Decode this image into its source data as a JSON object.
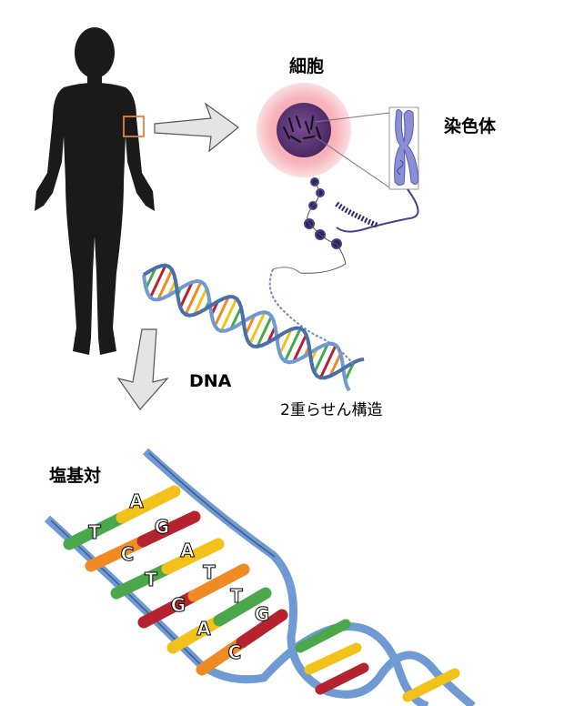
{
  "labels": {
    "cell": "細胞",
    "chromosome": "染色体",
    "dna": "DNA",
    "double_helix": "2重らせん構造",
    "base_pair": "塩基対"
  },
  "bases": {
    "top_strand": [
      "A",
      "G",
      "A",
      "T",
      "T",
      "G"
    ],
    "bottom_strand": [
      "T",
      "C",
      "T",
      "G",
      "A",
      "C"
    ]
  },
  "colors": {
    "silhouette": "#1a1a1a",
    "highlight_box": "#e8803a",
    "cell_cytoplasm": "#f6b8bd",
    "nucleus": "#5b3477",
    "chromosome": "#8a8fd6",
    "backbone": "#6f9ad4",
    "adenine": "#f2c21b",
    "thymine": "#4aa84a",
    "guanine": "#b5232e",
    "cytosine": "#f08a24",
    "arrow_fill": "#e4e4e4"
  }
}
